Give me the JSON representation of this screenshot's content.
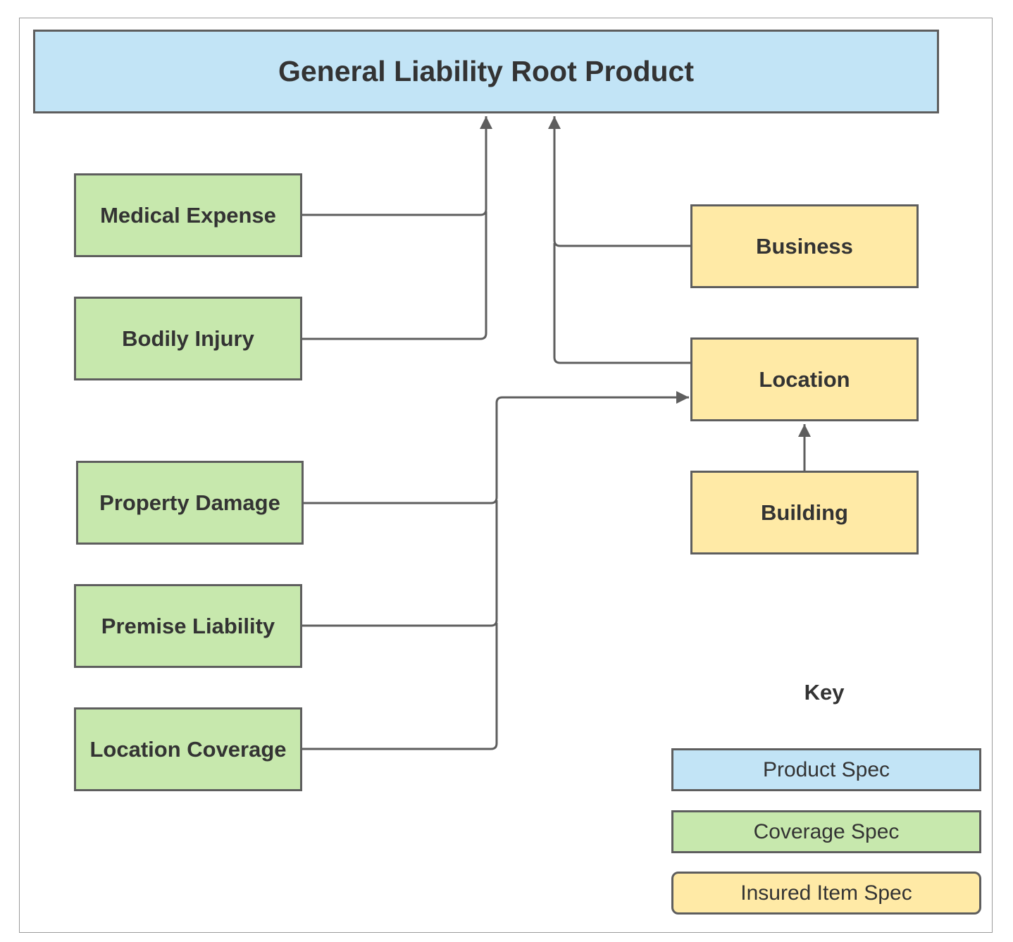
{
  "root": {
    "label": "General Liability Root Product"
  },
  "coverages": [
    {
      "label": "Medical Expense"
    },
    {
      "label": "Bodily Injury"
    },
    {
      "label": "Property Damage"
    },
    {
      "label": "Premise Liability"
    },
    {
      "label": "Location Coverage"
    }
  ],
  "insured_items": [
    {
      "label": "Business"
    },
    {
      "label": "Location"
    },
    {
      "label": "Building"
    }
  ],
  "key": {
    "title": "Key",
    "entries": [
      {
        "label": "Product Spec",
        "color": "#c2e4f6"
      },
      {
        "label": "Coverage Spec",
        "color": "#c7e8ad"
      },
      {
        "label": "Insured Item Spec",
        "color": "#ffeaa6"
      }
    ]
  },
  "edges": [
    {
      "from": "Medical Expense",
      "to": "General Liability Root Product"
    },
    {
      "from": "Bodily Injury",
      "to": "General Liability Root Product"
    },
    {
      "from": "Business",
      "to": "General Liability Root Product"
    },
    {
      "from": "Location",
      "to": "General Liability Root Product"
    },
    {
      "from": "Property Damage",
      "to": "Location"
    },
    {
      "from": "Premise Liability",
      "to": "Location"
    },
    {
      "from": "Location Coverage",
      "to": "Location"
    },
    {
      "from": "Building",
      "to": "Location"
    }
  ],
  "colors": {
    "line": "#5e5e5e",
    "border": "#5e5e5e"
  }
}
